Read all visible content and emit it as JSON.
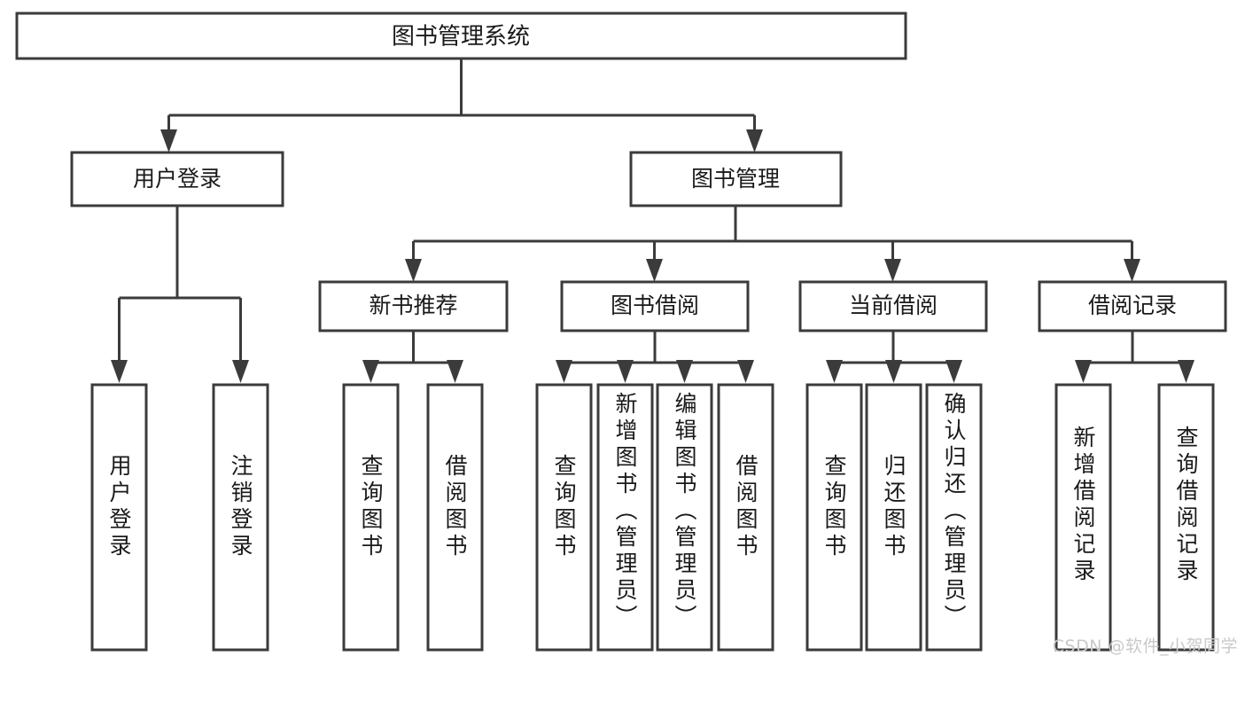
{
  "diagram": {
    "type": "tree-hierarchy-flowchart",
    "title": "图书管理系统",
    "colors": {
      "background": "#ffffff",
      "box_stroke": "#3b3b3b",
      "box_fill": "#ffffff",
      "text": "#1a1a1a",
      "watermark": "#c9c9c9"
    },
    "root": {
      "label": "图书管理系统"
    },
    "level2": [
      {
        "label": "用户登录"
      },
      {
        "label": "图书管理"
      }
    ],
    "level3": [
      {
        "label": "新书推荐"
      },
      {
        "label": "图书借阅"
      },
      {
        "label": "当前借阅"
      },
      {
        "label": "借阅记录"
      }
    ],
    "leaves": {
      "user_login": [
        {
          "label": "用户登录"
        },
        {
          "label": "注销登录"
        }
      ],
      "new_book_recommend": [
        {
          "label": "查询图书"
        },
        {
          "label": "借阅图书"
        }
      ],
      "book_borrow": [
        {
          "label": "查询图书"
        },
        {
          "label": "新增图书（管理员）"
        },
        {
          "label": "编辑图书（管理员）"
        },
        {
          "label": "借阅图书"
        }
      ],
      "current_borrow": [
        {
          "label": "查询图书"
        },
        {
          "label": "归还图书"
        },
        {
          "label": "确认归还（管理员）"
        }
      ],
      "borrow_record": [
        {
          "label": "新增借阅记录"
        },
        {
          "label": "查询借阅记录"
        }
      ]
    },
    "watermark": "CSDN @软件_小贺同学"
  }
}
